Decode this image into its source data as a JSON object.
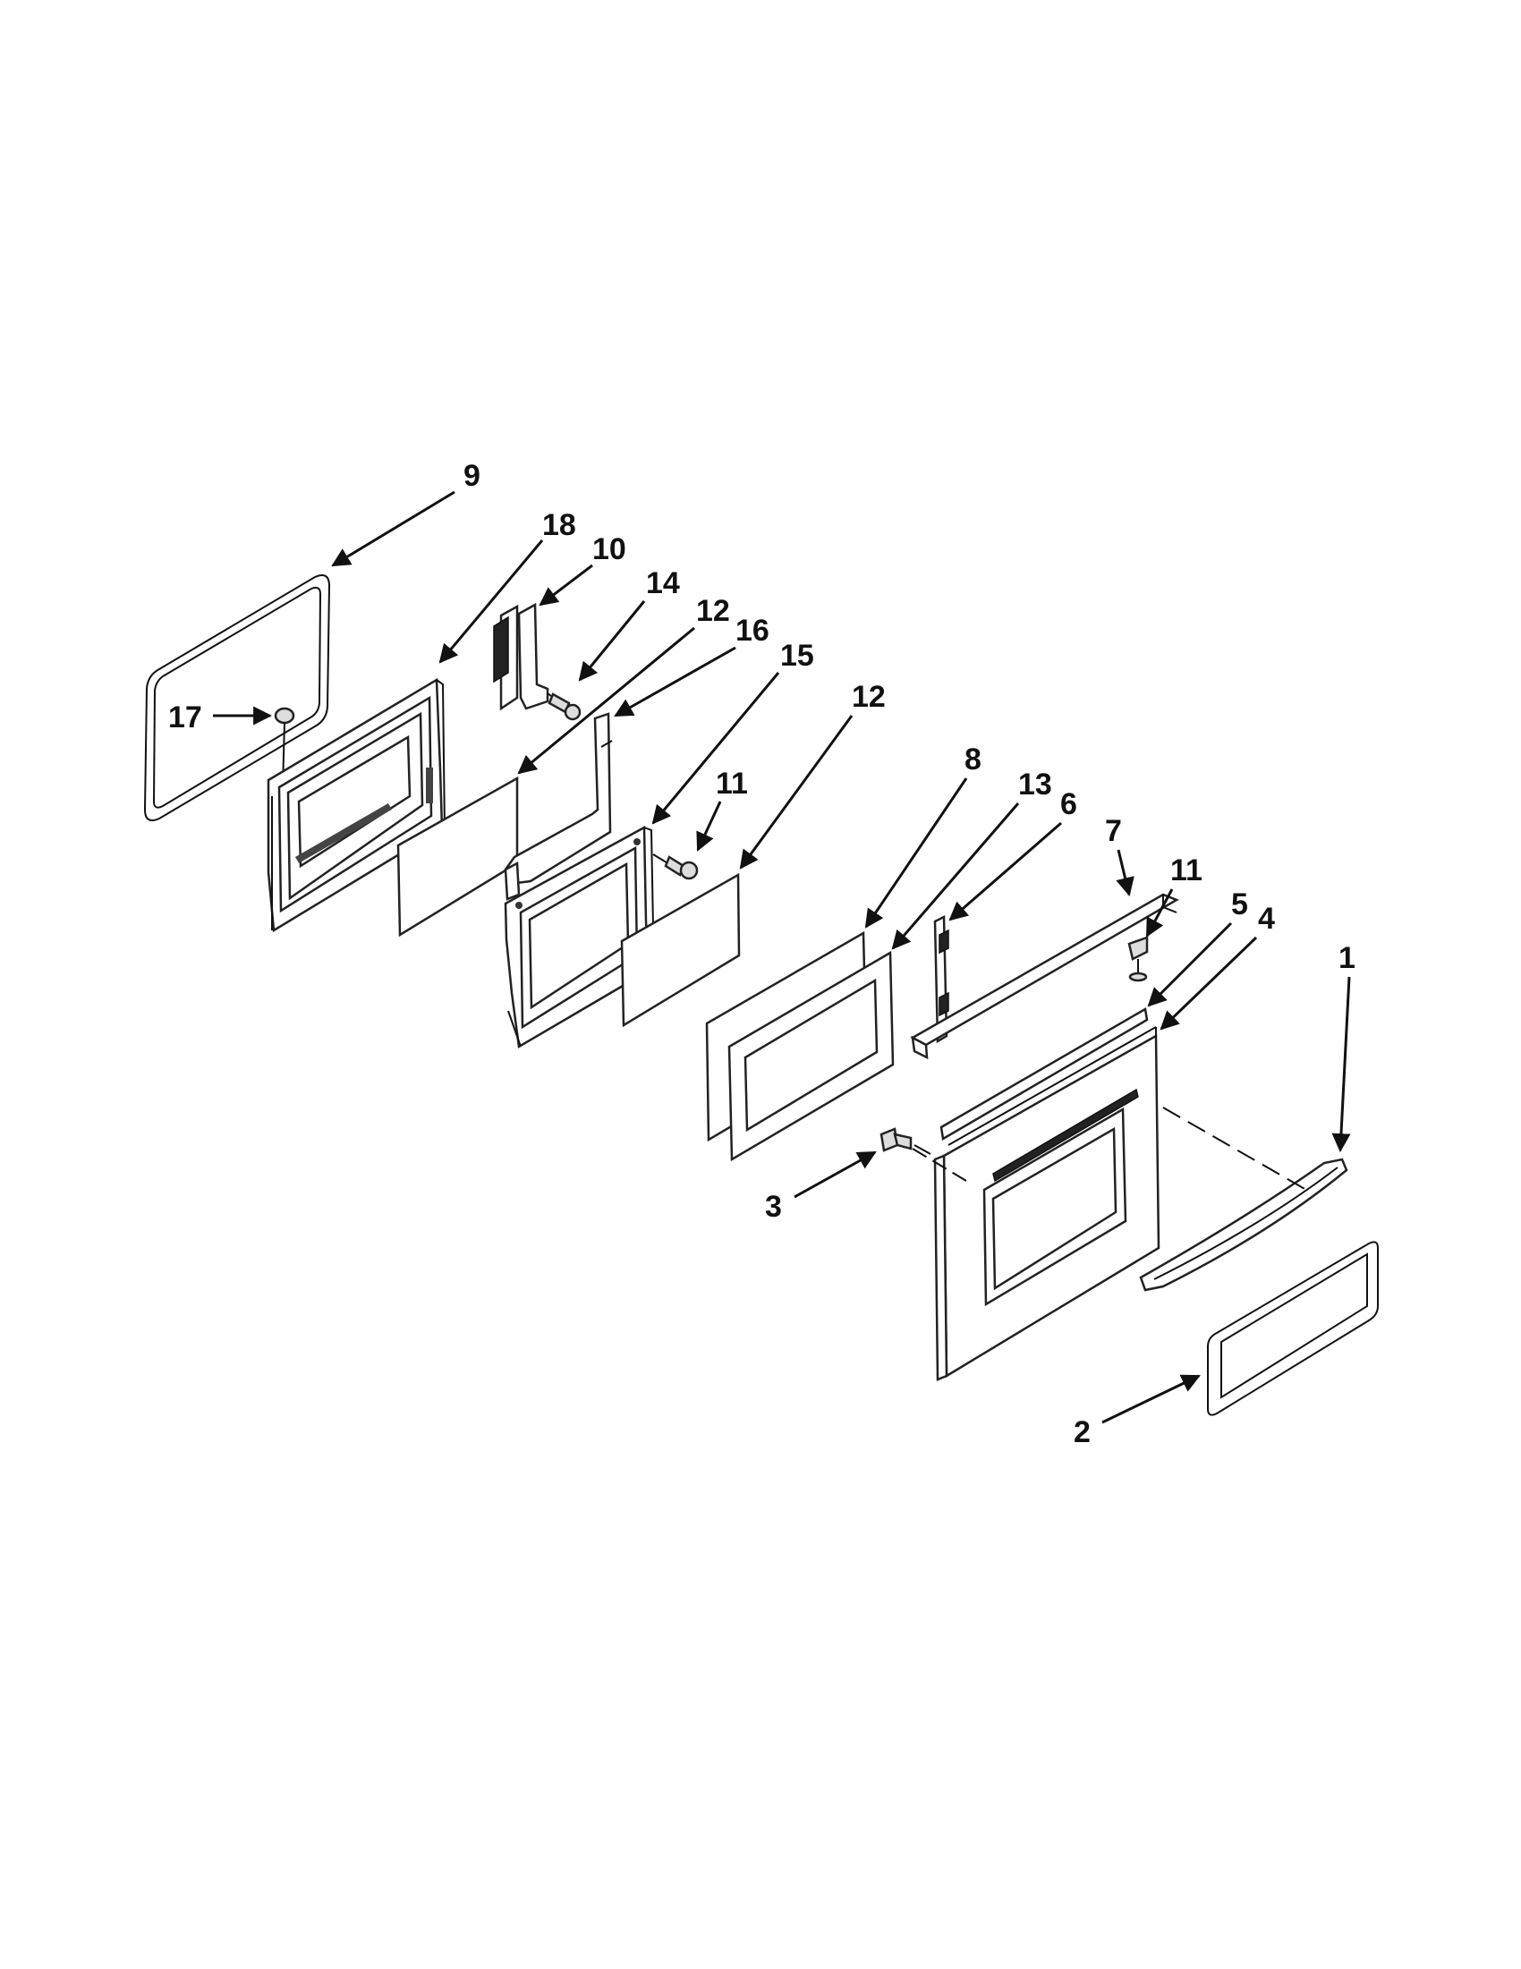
{
  "diagram": {
    "callouts": [
      {
        "id": "c9",
        "label": "9"
      },
      {
        "id": "c18",
        "label": "18"
      },
      {
        "id": "c10",
        "label": "10"
      },
      {
        "id": "c14",
        "label": "14"
      },
      {
        "id": "c12a",
        "label": "12"
      },
      {
        "id": "c16",
        "label": "16"
      },
      {
        "id": "c15",
        "label": "15"
      },
      {
        "id": "c12b",
        "label": "12"
      },
      {
        "id": "c17",
        "label": "17"
      },
      {
        "id": "c11a",
        "label": "11"
      },
      {
        "id": "c8",
        "label": "8"
      },
      {
        "id": "c13",
        "label": "13"
      },
      {
        "id": "c6",
        "label": "6"
      },
      {
        "id": "c7",
        "label": "7"
      },
      {
        "id": "c11b",
        "label": "11"
      },
      {
        "id": "c5",
        "label": "5"
      },
      {
        "id": "c4",
        "label": "4"
      },
      {
        "id": "c1",
        "label": "1"
      },
      {
        "id": "c3",
        "label": "3"
      },
      {
        "id": "c2",
        "label": "2"
      }
    ]
  }
}
